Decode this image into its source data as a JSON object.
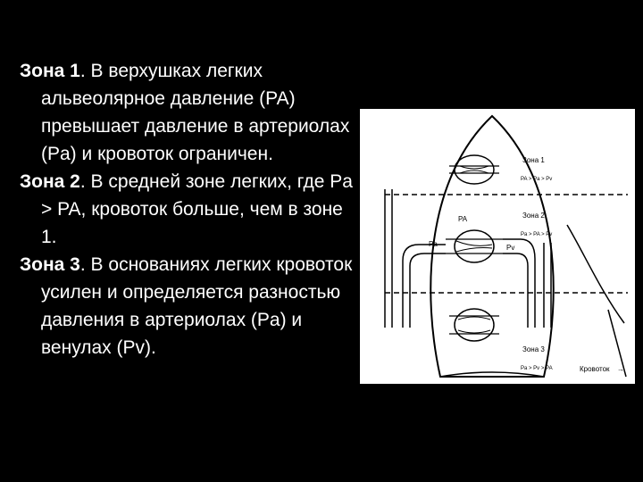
{
  "paragraphs": [
    {
      "zone": "Зона 1",
      "num_dot": ".",
      "text": " В верхушках легких альвеолярное давление (PA) превышает давление в артериолах (Pa) и кровоток ограничен."
    },
    {
      "zone": "Зона 2",
      "num_dot": ".",
      "text": " В средней зоне легких, где Pa > PA, кровоток больше, чем в зоне 1."
    },
    {
      "zone": "Зона 3",
      "num_dot": ".",
      "text": " В основаниях легких кровоток усилен и определяется разностью давления в артериолах (Pa) и венулах (Pv)."
    }
  ],
  "figure": {
    "zone1": {
      "label": "Зона 1",
      "relation": "P",
      "subs": [
        "A",
        "a",
        "v"
      ],
      "rel_text": "PA > Pa > Pv"
    },
    "zone2": {
      "label": "Зона 2",
      "rel_text": "Pa > PA > Pv"
    },
    "zone3": {
      "label": "Зона 3",
      "rel_text": "Pa > Pv > PA"
    },
    "pa_label": "PA",
    "left_pressure": "Pa",
    "right_pressure": "Pv",
    "flow_label": "Кровоток",
    "flow_arrow": "→"
  }
}
